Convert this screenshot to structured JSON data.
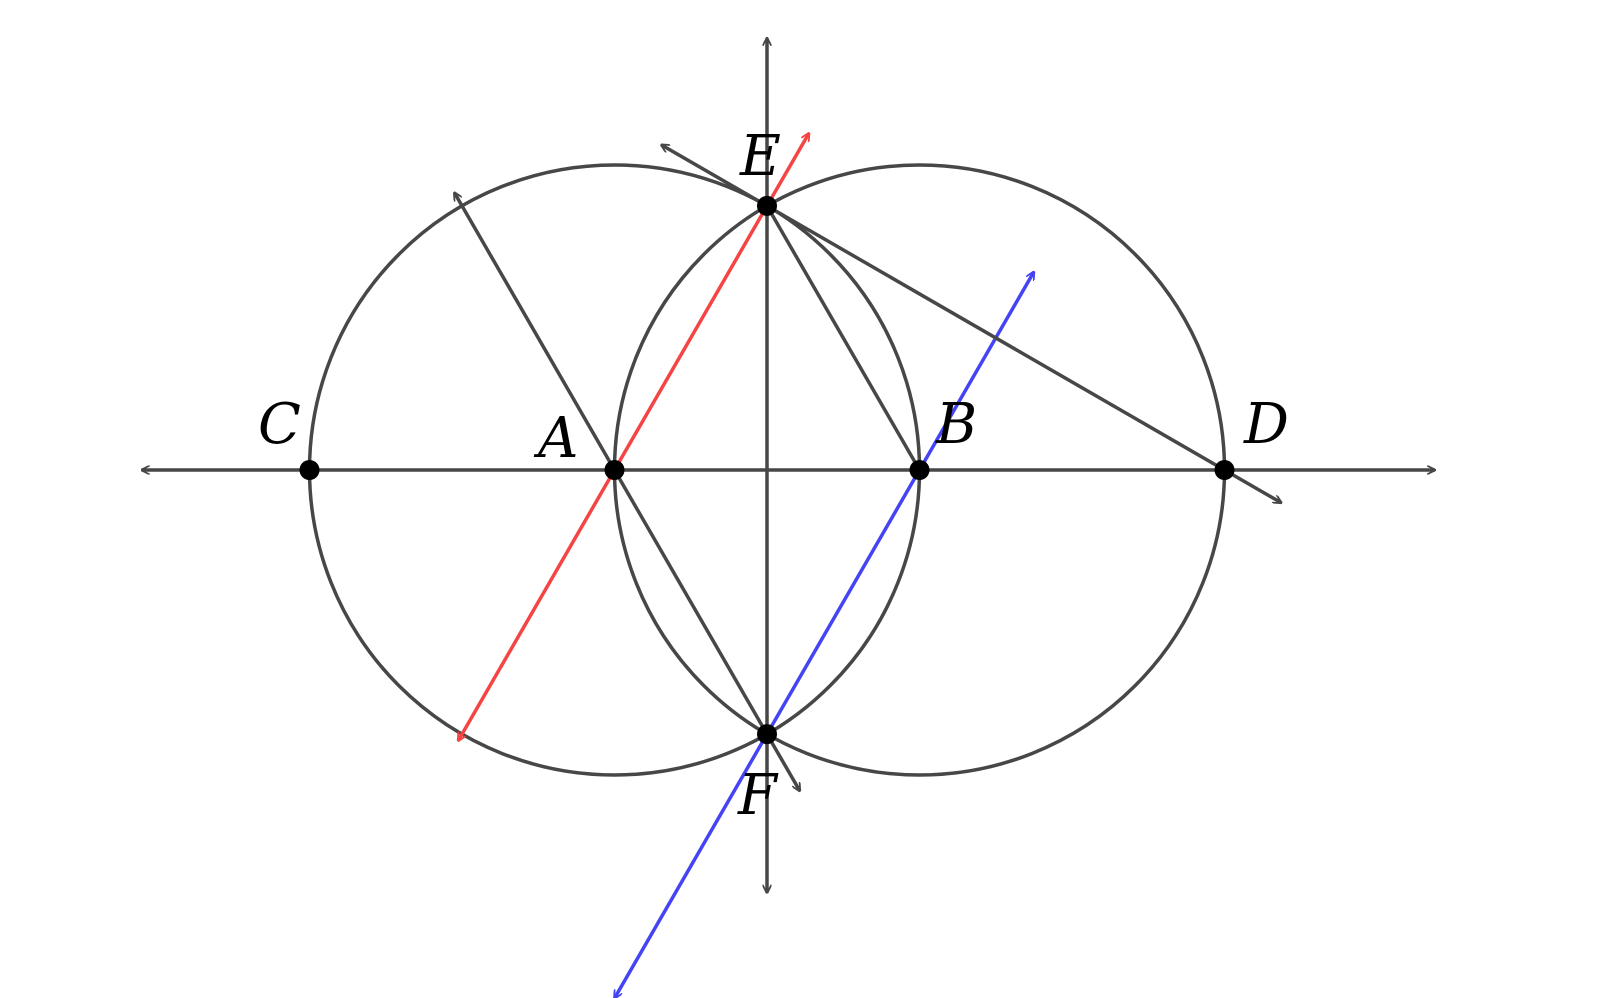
{
  "colors": {
    "background": "#ffffff",
    "stroke": "#474747",
    "red_line": "#f44444",
    "blue_line": "#4444f4",
    "point": "#000000"
  },
  "points": {
    "A": {
      "label": "A",
      "x": -1,
      "y": 0
    },
    "B": {
      "label": "B",
      "x": 1,
      "y": 0
    },
    "C": {
      "label": "C",
      "x": -3,
      "y": 0
    },
    "D": {
      "label": "D",
      "x": 3,
      "y": 0
    },
    "E": {
      "label": "E",
      "x": 0,
      "y": 1.732
    },
    "F": {
      "label": "F",
      "x": 0,
      "y": -1.732
    }
  },
  "circles": [
    {
      "center": "A",
      "radius": 2
    },
    {
      "center": "B",
      "radius": 2
    }
  ],
  "lines": [
    {
      "id": "horizontal-axis",
      "from": "C",
      "to": "D",
      "color": "stroke",
      "both_arrows": true
    },
    {
      "id": "vertical-axis",
      "from": "E",
      "to": "F",
      "color": "stroke",
      "both_arrows": true
    },
    {
      "id": "line-AE",
      "from": "A",
      "to": "E",
      "color": "red_line",
      "both_arrows": true
    },
    {
      "id": "line-BF",
      "from": "B",
      "to": "F",
      "color": "blue_line",
      "both_arrows": true
    },
    {
      "id": "line-ED",
      "from": "E",
      "to": "D",
      "color": "stroke",
      "both_arrows": true
    },
    {
      "id": "line-AF",
      "from": "A",
      "to": "F",
      "color": "stroke",
      "both_arrows": true
    }
  ],
  "segments": [
    {
      "id": "segment-EB",
      "from": "E",
      "to": "B"
    }
  ]
}
